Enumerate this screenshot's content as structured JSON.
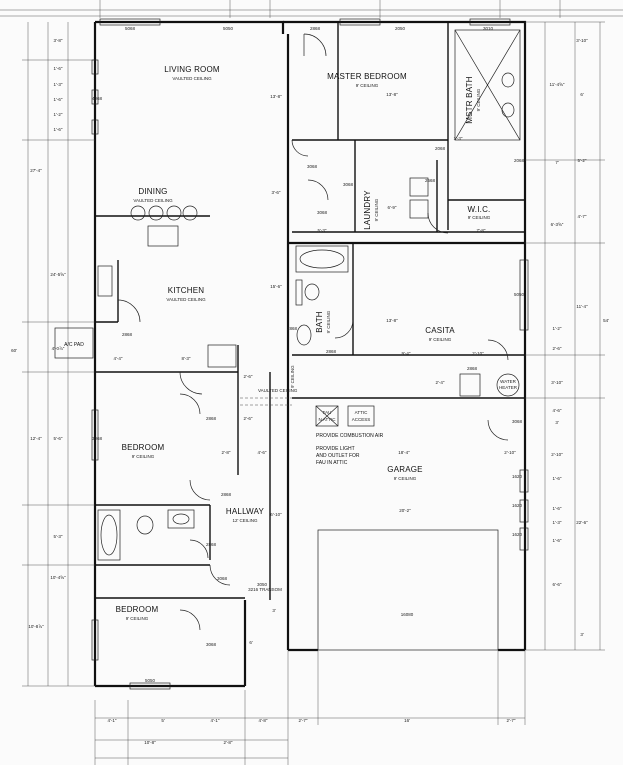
{
  "rooms": {
    "living_room": {
      "name": "LIVING ROOM",
      "ceiling": "VAULTED CEILING"
    },
    "master_bedroom": {
      "name": "MASTER BEDROOM",
      "ceiling": "9' CEILING"
    },
    "mstr_bath": {
      "name": "MSTR BATH",
      "ceiling": "9' CEILING"
    },
    "dining": {
      "name": "DINING",
      "ceiling": "VAULTED CEILING"
    },
    "kitchen": {
      "name": "KITCHEN",
      "ceiling": "VAULTED CEILING"
    },
    "laundry": {
      "name": "LAUNDRY",
      "ceiling": "9' CEILING"
    },
    "wic": {
      "name": "W.I.C.",
      "ceiling": "9' CEILING"
    },
    "casita": {
      "name": "CASITA",
      "ceiling": "9' CEILING"
    },
    "bath": {
      "name": "BATH",
      "ceiling": "9' CEILING"
    },
    "bedroom1": {
      "name": "BEDROOM",
      "ceiling": "9' CEILING"
    },
    "garage": {
      "name": "GARAGE",
      "ceiling": "9' CEILING"
    },
    "hallway": {
      "name": "HALLWAY",
      "ceiling": "12' CEILING"
    },
    "bedroom2": {
      "name": "BEDROOM",
      "ceiling": "9' CEILING"
    }
  },
  "labels": {
    "ac_pad": "A/C PAD",
    "fau_line1": "FAU",
    "fau_line2": "N ATTIC",
    "attic_line1": "ATTIC",
    "attic_line2": "ACCESS",
    "combustion": "PROVIDE COMBUSTION AIR",
    "light1": "PROVIDE LIGHT",
    "light2": "AND OUTLET FOR",
    "light3": "FAU IN ATTIC",
    "water_heater_1": "WATER",
    "water_heater_2": "HEATER",
    "transom": "3216 TRANSOM",
    "vaulted_ceiling": "VAULTED CEILING",
    "nine_ceiling": "9' CEILING",
    "garage_door": "16080"
  },
  "dimensions": {
    "left": [
      "3'-8\"",
      "1'-6\"",
      "1'-3\"",
      "1'-6\"",
      "1'-2\"",
      "1'-6\"",
      "27'-4\"",
      "24'-5⅝\"",
      "4'-0⅞\"",
      "60'",
      "12'-4\"",
      "5'-6\"",
      "5'-3\"",
      "10'-4⅝\"",
      "10'-8⅞\""
    ],
    "right": [
      "3'-10\"",
      "11'-4⅝\"",
      "6'",
      "5'-2\"",
      "7'",
      "4'-7\"",
      "6'-3⅝\"",
      "11'-4\"",
      "54'",
      "1'-2\"",
      "2'-6\"",
      "3'-10\"",
      "4'-6\"",
      "3'",
      "2'-10\"",
      "1'-6\"",
      "1'-6\"",
      "1'-3\"",
      "1'-6\"",
      "6'-6\"",
      "22'-6\"",
      "3'"
    ],
    "interior": [
      "13'-8\"",
      "13'-8\"",
      "15'-6\"",
      "3'-6\"",
      "13'-8\"",
      "9'-4\"",
      "2'-10\"",
      "2'-4\"",
      "5'-3\"",
      "6'-9\"",
      "7'-8\"",
      "4'-4\"",
      "8'-3\"",
      "2'-6\"",
      "2'-6\"",
      "2'-8\"",
      "4'-6\"",
      "18'-4\"",
      "2'-10\"",
      "20'-2\"",
      "6'-10\"",
      "6'",
      "3'",
      "1'-3\""
    ],
    "bottom": [
      "4'-1\"",
      "5'",
      "4'-1\"",
      "4'-8\"",
      "2'-7\"",
      "16'",
      "2'-7\"",
      "10'-8\"",
      "2'-8\""
    ],
    "codes": [
      "5068",
      "5050",
      "2868",
      "2050",
      "3010",
      "2068",
      "3068",
      "3068",
      "3068",
      "2068",
      "2868",
      "5050",
      "2868",
      "3068",
      "2868",
      "2868",
      "2868",
      "2868",
      "3068",
      "3050",
      "3068",
      "5050",
      "2668",
      "1620",
      "1620",
      "1620",
      "3068",
      "2868",
      "4068"
    ]
  }
}
